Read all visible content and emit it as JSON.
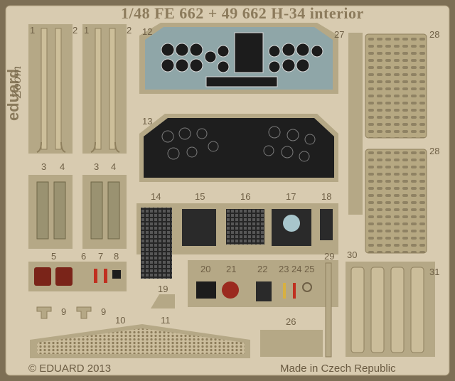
{
  "title": "1/48   FE 662 + 49 662   H-34 interior",
  "brand": "eduard",
  "brand_script": "Zoom",
  "footer_left": "© EDUARD 2013",
  "footer_right": "Made in Czech Republic",
  "part_numbers": {
    "n1a": "1",
    "n2a": "2",
    "n1b": "1",
    "n2b": "2",
    "n3a": "3",
    "n4a": "4",
    "n3b": "3",
    "n4b": "4",
    "n5": "5",
    "n6": "6",
    "n7": "7",
    "n8": "8",
    "n9a": "9",
    "n9b": "9",
    "n10": "10",
    "n11": "11",
    "n12": "12",
    "n13": "13",
    "n14": "14",
    "n15": "15",
    "n16": "16",
    "n17": "17",
    "n18": "18",
    "n19": "19",
    "n20": "20",
    "n21": "21",
    "n22": "22",
    "n23": "23",
    "n24": "24",
    "n25": "25",
    "n26": "26",
    "n27": "27",
    "n28a": "28",
    "n28b": "28",
    "n29": "29",
    "n30": "30",
    "n31": "31"
  },
  "colors": {
    "fret": "#d8cbb0",
    "background": "#7d6f55",
    "panel_black": "#1c1c1c",
    "panel_blue": "#8fa6a8",
    "olive": "#a59a78",
    "red": "#9b2a1f",
    "yellow": "#d8b040"
  }
}
